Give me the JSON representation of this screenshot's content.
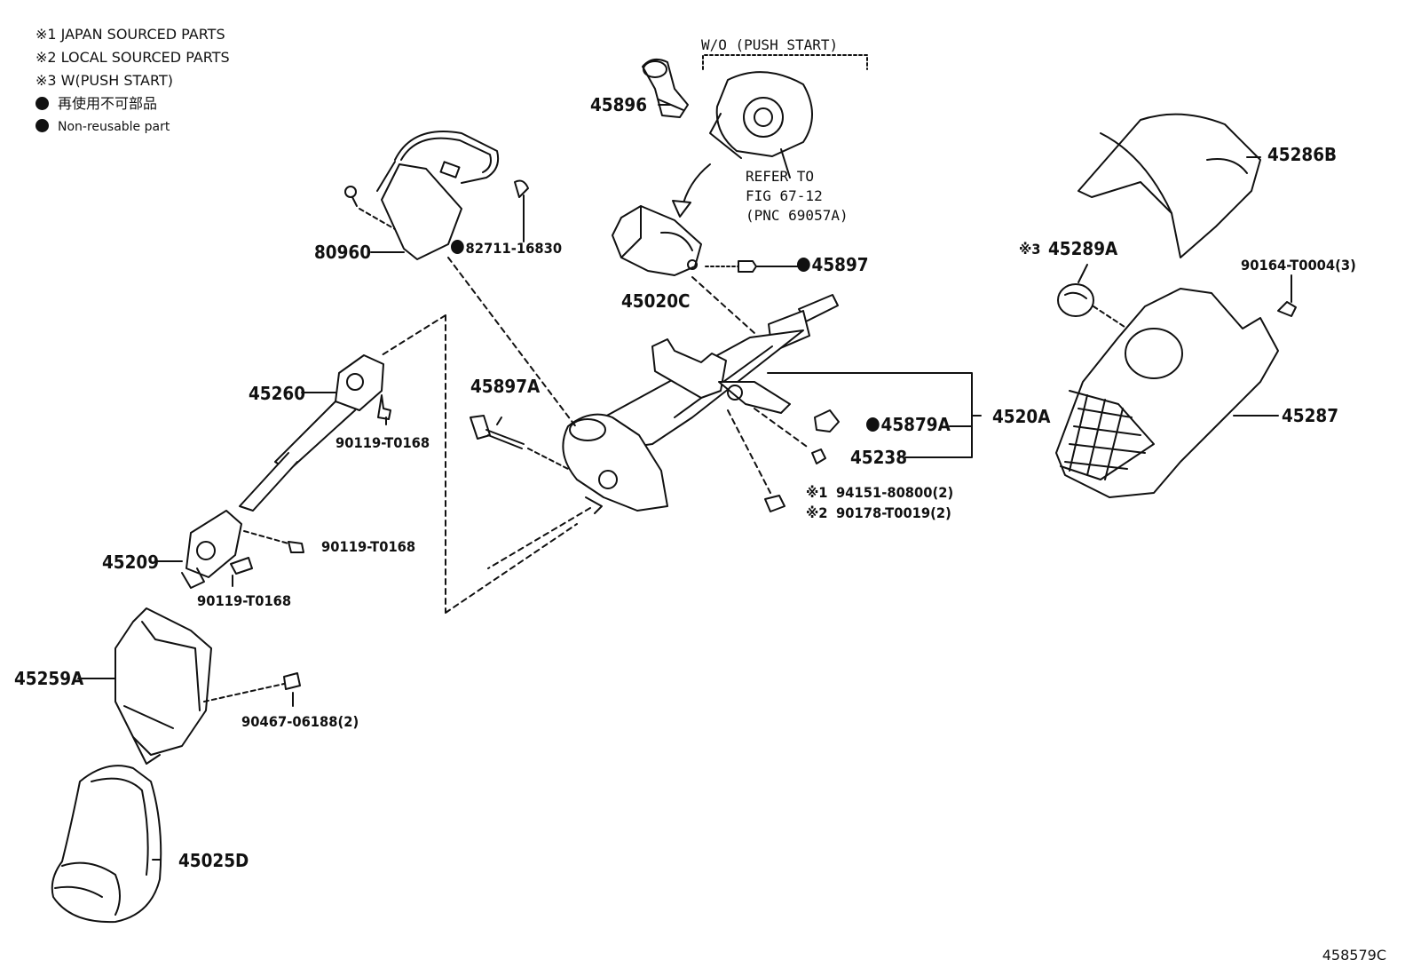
{
  "legend": {
    "line1": "※1 JAPAN SOURCED PARTS",
    "line2": "※2 LOCAL SOURCED PARTS",
    "line3": "※3 W(PUSH START)",
    "line4": "再使用不可部品",
    "line5": "Non-reusable part"
  },
  "header_note": "W/O (PUSH START)",
  "refer_note": {
    "line1": "REFER TO",
    "line2": "FIG 67-12",
    "line3": "(PNC 69057A)"
  },
  "parts": {
    "p45896": "45896",
    "p80960": "80960",
    "p82711": "82711-16830",
    "p45020C": "45020C",
    "p45897": "45897",
    "p45286B": "45286B",
    "p45289A": "45289A",
    "p45289A_mark": "※3",
    "p90164": "90164-T0004(3)",
    "p45260": "45260",
    "p90119a": "90119-T0168",
    "p45897A": "45897A",
    "p45879A": "45879A",
    "p4520A": "4520A",
    "p45238": "45238",
    "p45287": "45287",
    "p94151": "94151-80800(2)",
    "p94151_mark": "※1",
    "p90178": "90178-T0019(2)",
    "p90178_mark": "※2",
    "p45209": "45209",
    "p90119b": "90119-T0168",
    "p90119c": "90119-T0168",
    "p45259A": "45259A",
    "p90467": "90467-06188(2)",
    "p45025D": "45025D"
  },
  "diagram_code": "458579C"
}
